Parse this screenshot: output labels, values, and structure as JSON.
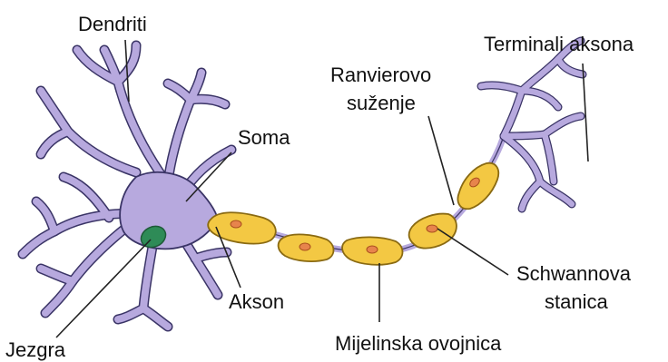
{
  "labels": {
    "dendrites": "Dendriti",
    "axon_terminals": "Terminali aksona",
    "ranvier_line1": "Ranvierovo",
    "ranvier_line2": "suženje",
    "soma": "Soma",
    "schwann_line1": "Schwannova",
    "schwann_line2": "stanica",
    "axon": "Akson",
    "myelin": "Mijelinska ovojnica",
    "nucleus": "Jezgra"
  },
  "colors": {
    "neuron_body": "#b7a9de",
    "neuron_outline": "#3a3466",
    "nucleus": "#2e8b57",
    "myelin": "#f3c843",
    "myelin_outline": "#8a6a12",
    "schwann_nucleus": "#e7844c",
    "leader_line": "#222222"
  }
}
